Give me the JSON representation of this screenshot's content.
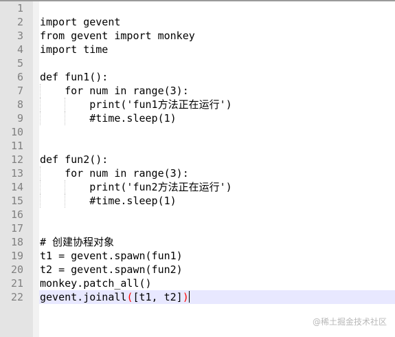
{
  "editor": {
    "lines": [
      {
        "number": "1",
        "text": ""
      },
      {
        "number": "2",
        "text": "import gevent"
      },
      {
        "number": "3",
        "text": "from gevent import monkey"
      },
      {
        "number": "4",
        "text": "import time"
      },
      {
        "number": "5",
        "text": ""
      },
      {
        "number": "6",
        "text": "def fun1():"
      },
      {
        "number": "7",
        "text": "    for num in range(3):"
      },
      {
        "number": "8",
        "text": "        print('fun1方法正在运行')"
      },
      {
        "number": "9",
        "text": "        #time.sleep(1)"
      },
      {
        "number": "10",
        "text": ""
      },
      {
        "number": "11",
        "text": ""
      },
      {
        "number": "12",
        "text": "def fun2():"
      },
      {
        "number": "13",
        "text": "    for num in range(3):"
      },
      {
        "number": "14",
        "text": "        print('fun2方法正在运行')"
      },
      {
        "number": "15",
        "text": "        #time.sleep(1)"
      },
      {
        "number": "16",
        "text": ""
      },
      {
        "number": "17",
        "text": ""
      },
      {
        "number": "18",
        "text": "# 创建协程对象"
      },
      {
        "number": "19",
        "text": "t1 = gevent.spawn(fun1)"
      },
      {
        "number": "20",
        "text": "t2 = gevent.spawn(fun2)"
      },
      {
        "number": "21",
        "text": "monkey.patch_all()"
      },
      {
        "number": "22",
        "text": "gevent.joinall([t1, t2])"
      }
    ],
    "last_line": {
      "before": "gevent.joinall",
      "open_brace": "(",
      "middle": "[t1, t2]",
      "close_brace": ")"
    }
  },
  "colors": {
    "gutter": "#e4e4e4",
    "line_number": "#808080",
    "current_line": "#e8e8ff",
    "brace_match": "#ff0000"
  },
  "watermark": "@稀土掘金技术社区"
}
